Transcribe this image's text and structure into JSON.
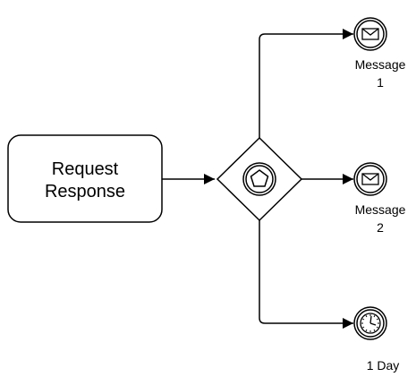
{
  "diagram": {
    "task": {
      "label_line1": "Request",
      "label_line2": "Response"
    },
    "events": [
      {
        "type": "message",
        "icon": "envelope-icon",
        "label_line1": "Message",
        "label_line2": "1"
      },
      {
        "type": "message",
        "icon": "envelope-icon",
        "label_line1": "Message",
        "label_line2": "2"
      },
      {
        "type": "timer",
        "icon": "clock-icon",
        "label_line1": "1 Day"
      }
    ],
    "gateway": {
      "type": "event-based",
      "icon": "pentagon-icon"
    }
  },
  "colors": {
    "stroke": "#000000",
    "fill": "#ffffff"
  }
}
